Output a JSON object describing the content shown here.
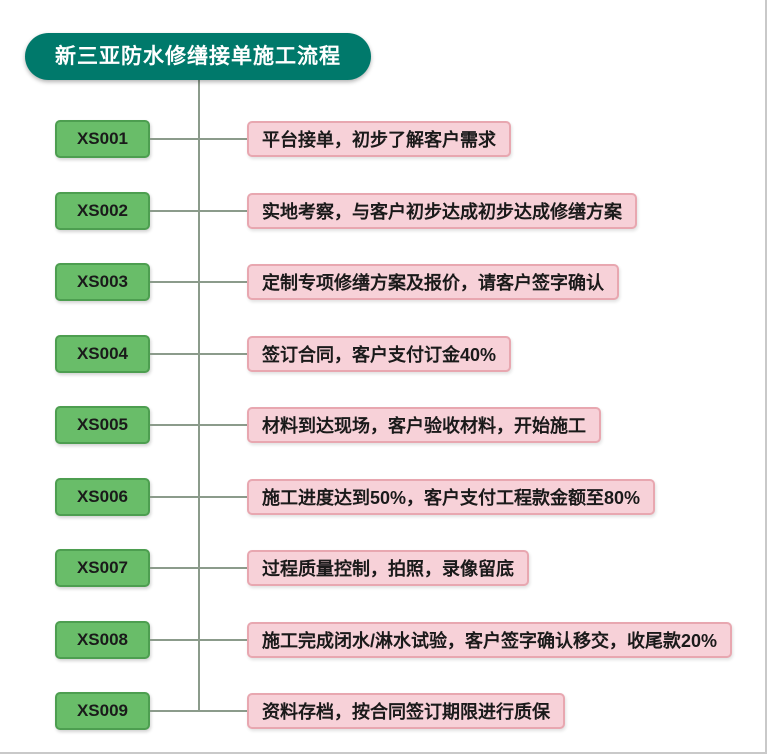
{
  "title": "新三亚防水修缮接单施工流程",
  "flow": {
    "steps": [
      {
        "code": "XS001",
        "description": "平台接单，初步了解客户需求"
      },
      {
        "code": "XS002",
        "description": "实地考察，与客户初步达成初步达成修缮方案"
      },
      {
        "code": "XS003",
        "description": "定制专项修缮方案及报价，请客户签字确认"
      },
      {
        "code": "XS004",
        "description": "签订合同，客户支付订金40%"
      },
      {
        "code": "XS005",
        "description": "材料到达现场，客户验收材料，开始施工"
      },
      {
        "code": "XS006",
        "description": "施工进度达到50%，客户支付工程款金额至80%"
      },
      {
        "code": "XS007",
        "description": "过程质量控制，拍照，录像留底"
      },
      {
        "code": "XS008",
        "description": "施工完成闭水/淋水试验，客户签字确认移交，收尾款20%"
      },
      {
        "code": "XS009",
        "description": "资料存档，按合同签订期限进行质保"
      }
    ]
  },
  "colors": {
    "title_bg": "#00796b",
    "title_text": "#ffffff",
    "step_bg": "#69bd69",
    "step_border": "#4d9e50",
    "desc_bg": "#f7d1d8",
    "desc_border": "#e8a7b0",
    "line": "#8b9b8b",
    "text": "#1a1a1a"
  }
}
